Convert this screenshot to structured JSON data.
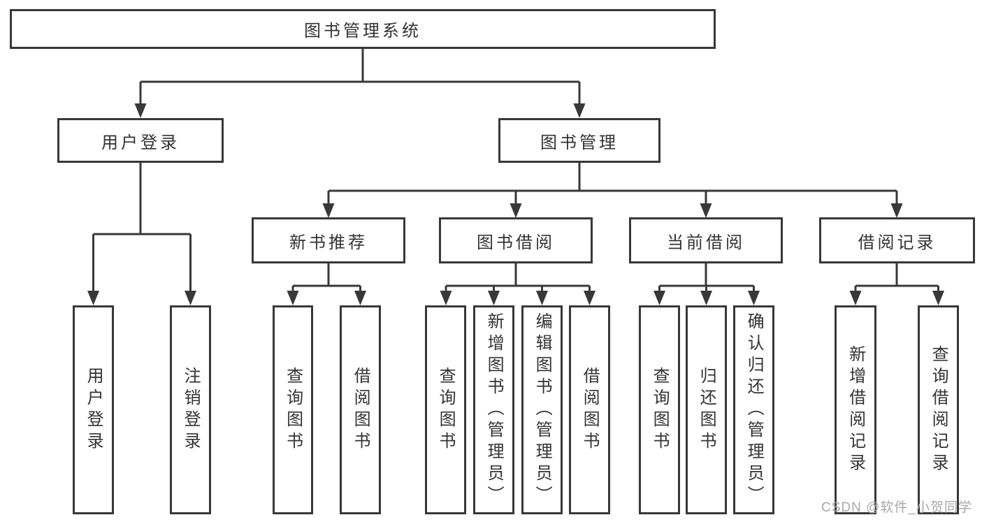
{
  "diagram_title": "图书管理系统",
  "colors": {
    "line": "#383838",
    "box_border": "#383838",
    "text": "#333333",
    "background": "#ffffff",
    "watermark": "#a8a8a8"
  },
  "tree": {
    "root": {
      "label": "图书管理系统",
      "children": [
        {
          "label": "用户登录",
          "children": [
            {
              "label": "用户登录"
            },
            {
              "label": "注销登录"
            }
          ]
        },
        {
          "label": "图书管理",
          "children": [
            {
              "label": "新书推荐",
              "children": [
                {
                  "label": "查询图书"
                },
                {
                  "label": "借阅图书"
                }
              ]
            },
            {
              "label": "图书借阅",
              "children": [
                {
                  "label": "查询图书"
                },
                {
                  "label": "新增图书（管理员）"
                },
                {
                  "label": "编辑图书（管理员）"
                },
                {
                  "label": "借阅图书"
                }
              ]
            },
            {
              "label": "当前借阅",
              "children": [
                {
                  "label": "查询图书"
                },
                {
                  "label": "归还图书"
                },
                {
                  "label": "确认归还（管理员）"
                }
              ]
            },
            {
              "label": "借阅记录",
              "children": [
                {
                  "label": "新增借阅记录"
                },
                {
                  "label": "查询借阅记录"
                }
              ]
            }
          ]
        }
      ]
    }
  },
  "watermark": {
    "text": "CSDN @软件_小贺同学"
  }
}
